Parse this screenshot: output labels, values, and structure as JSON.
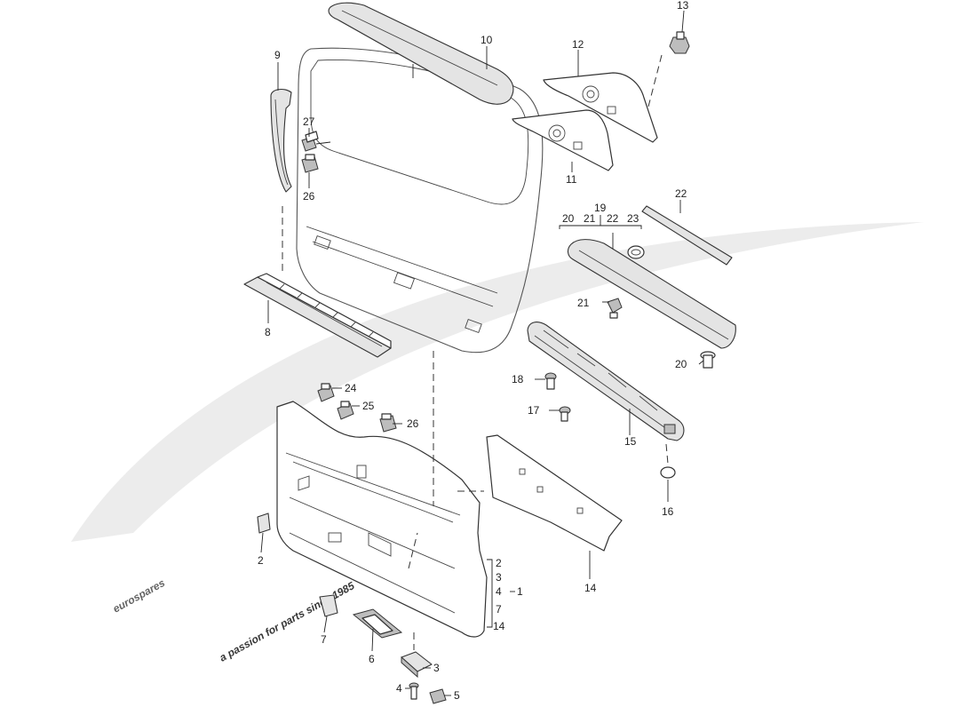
{
  "watermark": {
    "brand": "eurospares",
    "tagline": "a passion for parts since 1985",
    "brand_color": "#d9d9d9",
    "tagline_color": "#f2efb4"
  },
  "labels": {
    "p1": "1",
    "p2": "2",
    "p3": "3",
    "p4": "4",
    "p5": "5",
    "p6": "6",
    "p7": "7",
    "p8": "8",
    "p9": "9",
    "p10": "10",
    "p11": "11",
    "p12": "12",
    "p13": "13",
    "p14": "14",
    "p15": "15",
    "p16": "16",
    "p17": "17",
    "p18": "18",
    "p19": "19",
    "p20": "20",
    "p21": "21",
    "p22": "22",
    "p24": "24",
    "p25": "25",
    "p26a": "26",
    "p26b": "26",
    "p27": "27"
  },
  "group19": [
    "20",
    "21",
    "22",
    "23"
  ],
  "group1": [
    "2",
    "3",
    "4",
    "7",
    "14"
  ]
}
